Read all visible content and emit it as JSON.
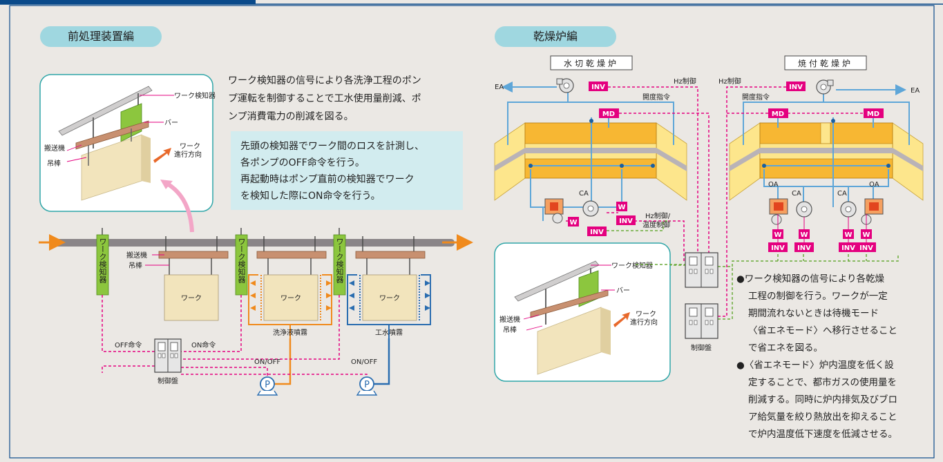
{
  "pretreatment": {
    "title": "前処理装置編",
    "desc_lines": [
      "ワーク検知器の信号により各洗浄工程のポン",
      "プ運転を制御することで工水使用量削減、ポ",
      "ンプ消費電力の削減を図る。"
    ],
    "note_lines": [
      "先頭の検知器でワーク間のロスを計測し、",
      "各ポンプのOFF命令を行う。",
      "再起動時はポンプ直前の検知器でワーク",
      "を検知した際にON命令を行う。"
    ],
    "detector_vertical": "ワーク検知器",
    "work": "ワーク",
    "wash_spray": "洗浄液噴霧",
    "water_spray": "工水噴霧",
    "off_cmd": "OFF命令",
    "on_cmd": "ON命令",
    "on_off": "ON/OFF",
    "pump": "P",
    "panel": "制御盤"
  },
  "inset": {
    "detector": "ワーク検知器",
    "bar": "バー",
    "conveyor": "搬送機",
    "hanger": "吊棒",
    "direction_line1": "ワーク",
    "direction_line2": "進行方向"
  },
  "dryer": {
    "title": "乾燥炉編",
    "oven1": "水切乾燥炉",
    "oven2": "焼付乾燥炉",
    "ea": "EA",
    "inv": "INV",
    "md": "MD",
    "w": "W",
    "hz_control": "Hz制御",
    "opening_cmd": "開度指令",
    "ca": "CA",
    "oa": "OA",
    "hz_temp_1": "Hz制御/",
    "hz_temp_2": "温度制御",
    "detector": "ワーク検知器",
    "panel": "制御盤",
    "bullet1_lines": [
      "●ワーク検知器の信号により各乾燥",
      "工程の制御を行う。ワークが一定",
      "期間流れないときは待機モード",
      "〈省エネモード〉へ移行させること",
      "で省エネを図る。"
    ],
    "bullet2_lines": [
      "●〈省エネモード〉炉内温度を低く設",
      "定することで、都市ガスの使用量を",
      "削減する。同時に炉内排気及びブロ",
      "ア給気量を絞り熱放出を抑えること",
      "で炉内温度低下速度を低減させる。"
    ]
  },
  "colors": {
    "background": "#ebe8e4",
    "pill": "#9fd7e0",
    "pink": "#e4007f",
    "orange": "#f08a1c",
    "blue": "#2a6db0",
    "green": "#6aaa3a",
    "detector_green": "#8cc63e",
    "oven_yellow": "#fde68c",
    "oven_orange": "#f7b733",
    "duct_blue": "#6db3dd"
  }
}
